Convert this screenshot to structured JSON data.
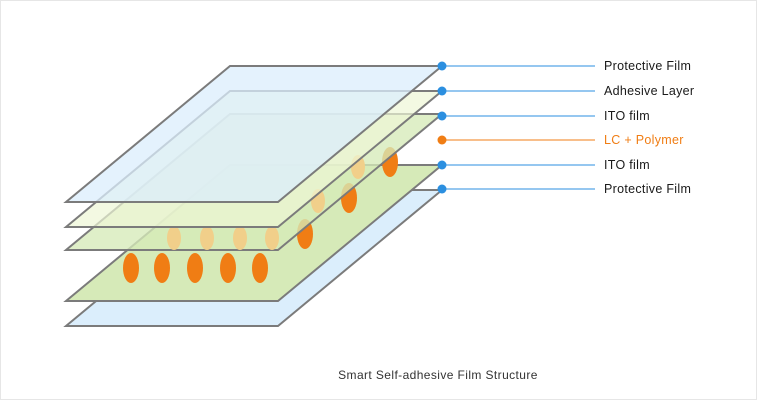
{
  "diagram": {
    "caption": "Smart Self-adhesive Film Structure",
    "layers": [
      {
        "label": "Protective Film",
        "color": "#2b8fe0"
      },
      {
        "label": "Adhesive Layer",
        "color": "#2b8fe0"
      },
      {
        "label": "ITO film",
        "color": "#2b8fe0"
      },
      {
        "label": "LC + Polymer",
        "color": "#f07d14"
      },
      {
        "label": "ITO film",
        "color": "#2b8fe0"
      },
      {
        "label": "Protective Film",
        "color": "#2b8fe0"
      }
    ],
    "colors": {
      "protective_fill": "#dbeefc",
      "adhesive_fill": "#eef7d5",
      "ito_fill": "#d6eab8",
      "layer_edge": "#7b7b7b",
      "lc_droplet": "#f07d14",
      "lc_droplet_faded": "#f1cf8a"
    }
  }
}
